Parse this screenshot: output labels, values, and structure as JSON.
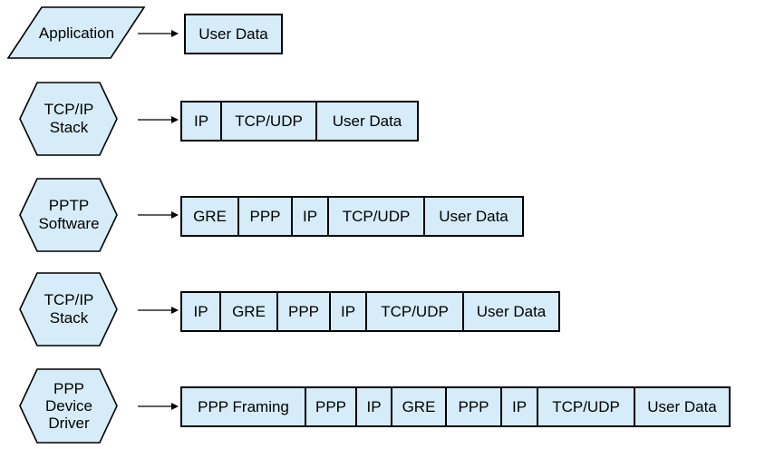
{
  "colors": {
    "shape_fill": "#d6ecf8",
    "shape_border": "#000000",
    "text": "#000000",
    "canvas_bg": "#ffffff"
  },
  "rows": [
    {
      "shape": "parallelogram",
      "shape_lines": [
        "Application"
      ],
      "segments": [
        "User Data"
      ]
    },
    {
      "shape": "hexagon",
      "shape_lines": [
        "TCP/IP",
        "Stack"
      ],
      "segments": [
        "IP",
        "TCP/UDP",
        "User Data"
      ]
    },
    {
      "shape": "hexagon",
      "shape_lines": [
        "PPTP",
        "Software"
      ],
      "segments": [
        "GRE",
        "PPP",
        "IP",
        "TCP/UDP",
        "User Data"
      ]
    },
    {
      "shape": "hexagon",
      "shape_lines": [
        "TCP/IP",
        "Stack"
      ],
      "segments": [
        "IP",
        "GRE",
        "PPP",
        "IP",
        "TCP/UDP",
        "User Data"
      ]
    },
    {
      "shape": "hexagon",
      "shape_lines": [
        "PPP",
        "Device",
        "Driver"
      ],
      "segments": [
        "PPP Framing",
        "PPP",
        "IP",
        "GRE",
        "PPP",
        "IP",
        "TCP/UDP",
        "User Data"
      ]
    }
  ]
}
